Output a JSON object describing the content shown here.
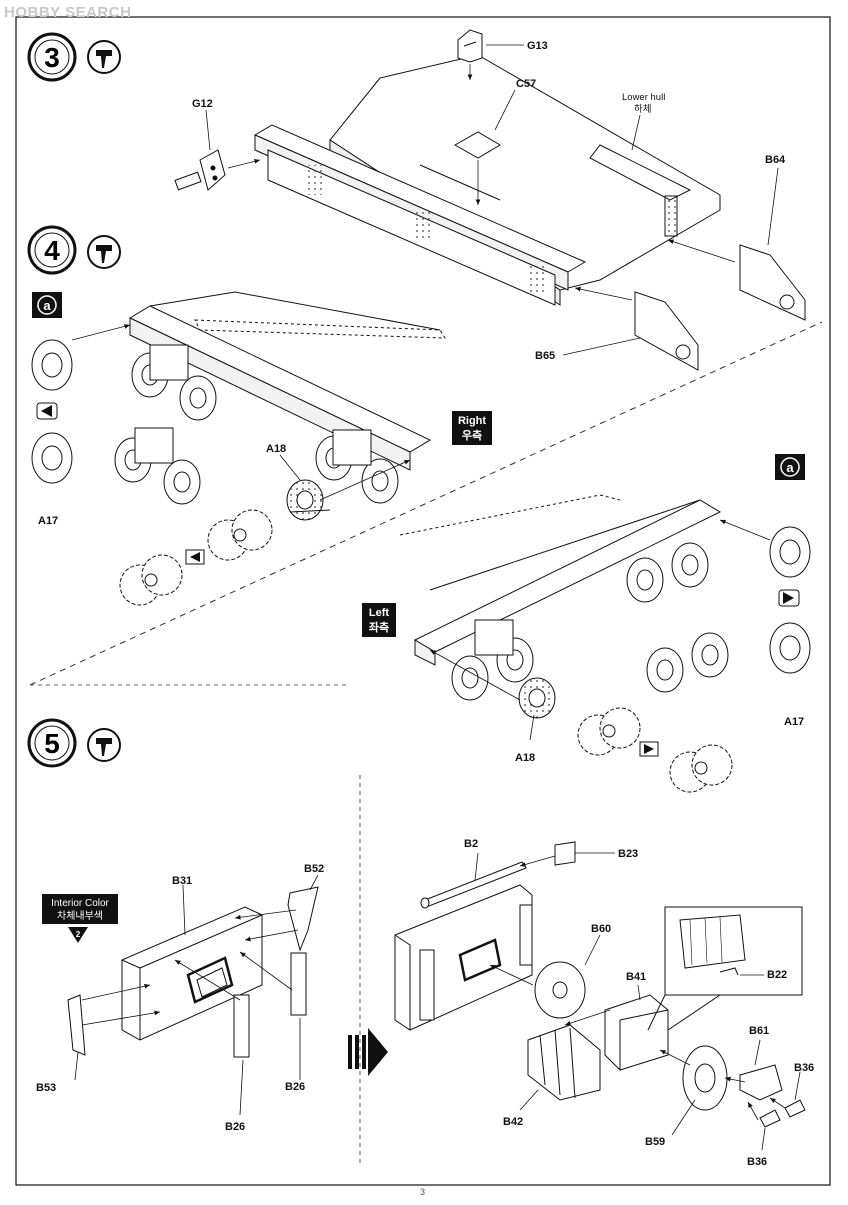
{
  "watermark": "HOBBY SEARCH",
  "page_number": "3",
  "steps": {
    "s3": "3",
    "s4": "4",
    "s5": "5"
  },
  "parts": {
    "g13": "G13",
    "c57": "C57",
    "g12": "G12",
    "b64": "B64",
    "b65": "B65",
    "a18_right": "A18",
    "a17_left": "A17",
    "a18_left": "A18",
    "a17_right": "A17",
    "b31": "B31",
    "b52": "B52",
    "b53": "B53",
    "b26_a": "B26",
    "b26_b": "B26",
    "b2": "B2",
    "b23": "B23",
    "b60": "B60",
    "b41": "B41",
    "b22": "B22",
    "b61": "B61",
    "b36_a": "B36",
    "b42": "B42",
    "b59": "B59",
    "b36_b": "B36"
  },
  "notes": {
    "lower_hull_en": "Lower hull",
    "lower_hull_ko": "하체",
    "right_en": "Right",
    "right_ko": "우측",
    "left_en": "Left",
    "left_ko": "좌측",
    "interior_en": "Interior Color",
    "interior_ko": "차체내부색",
    "interior_num": "2"
  },
  "badges": {
    "a_left": "a",
    "a_right": "a"
  }
}
